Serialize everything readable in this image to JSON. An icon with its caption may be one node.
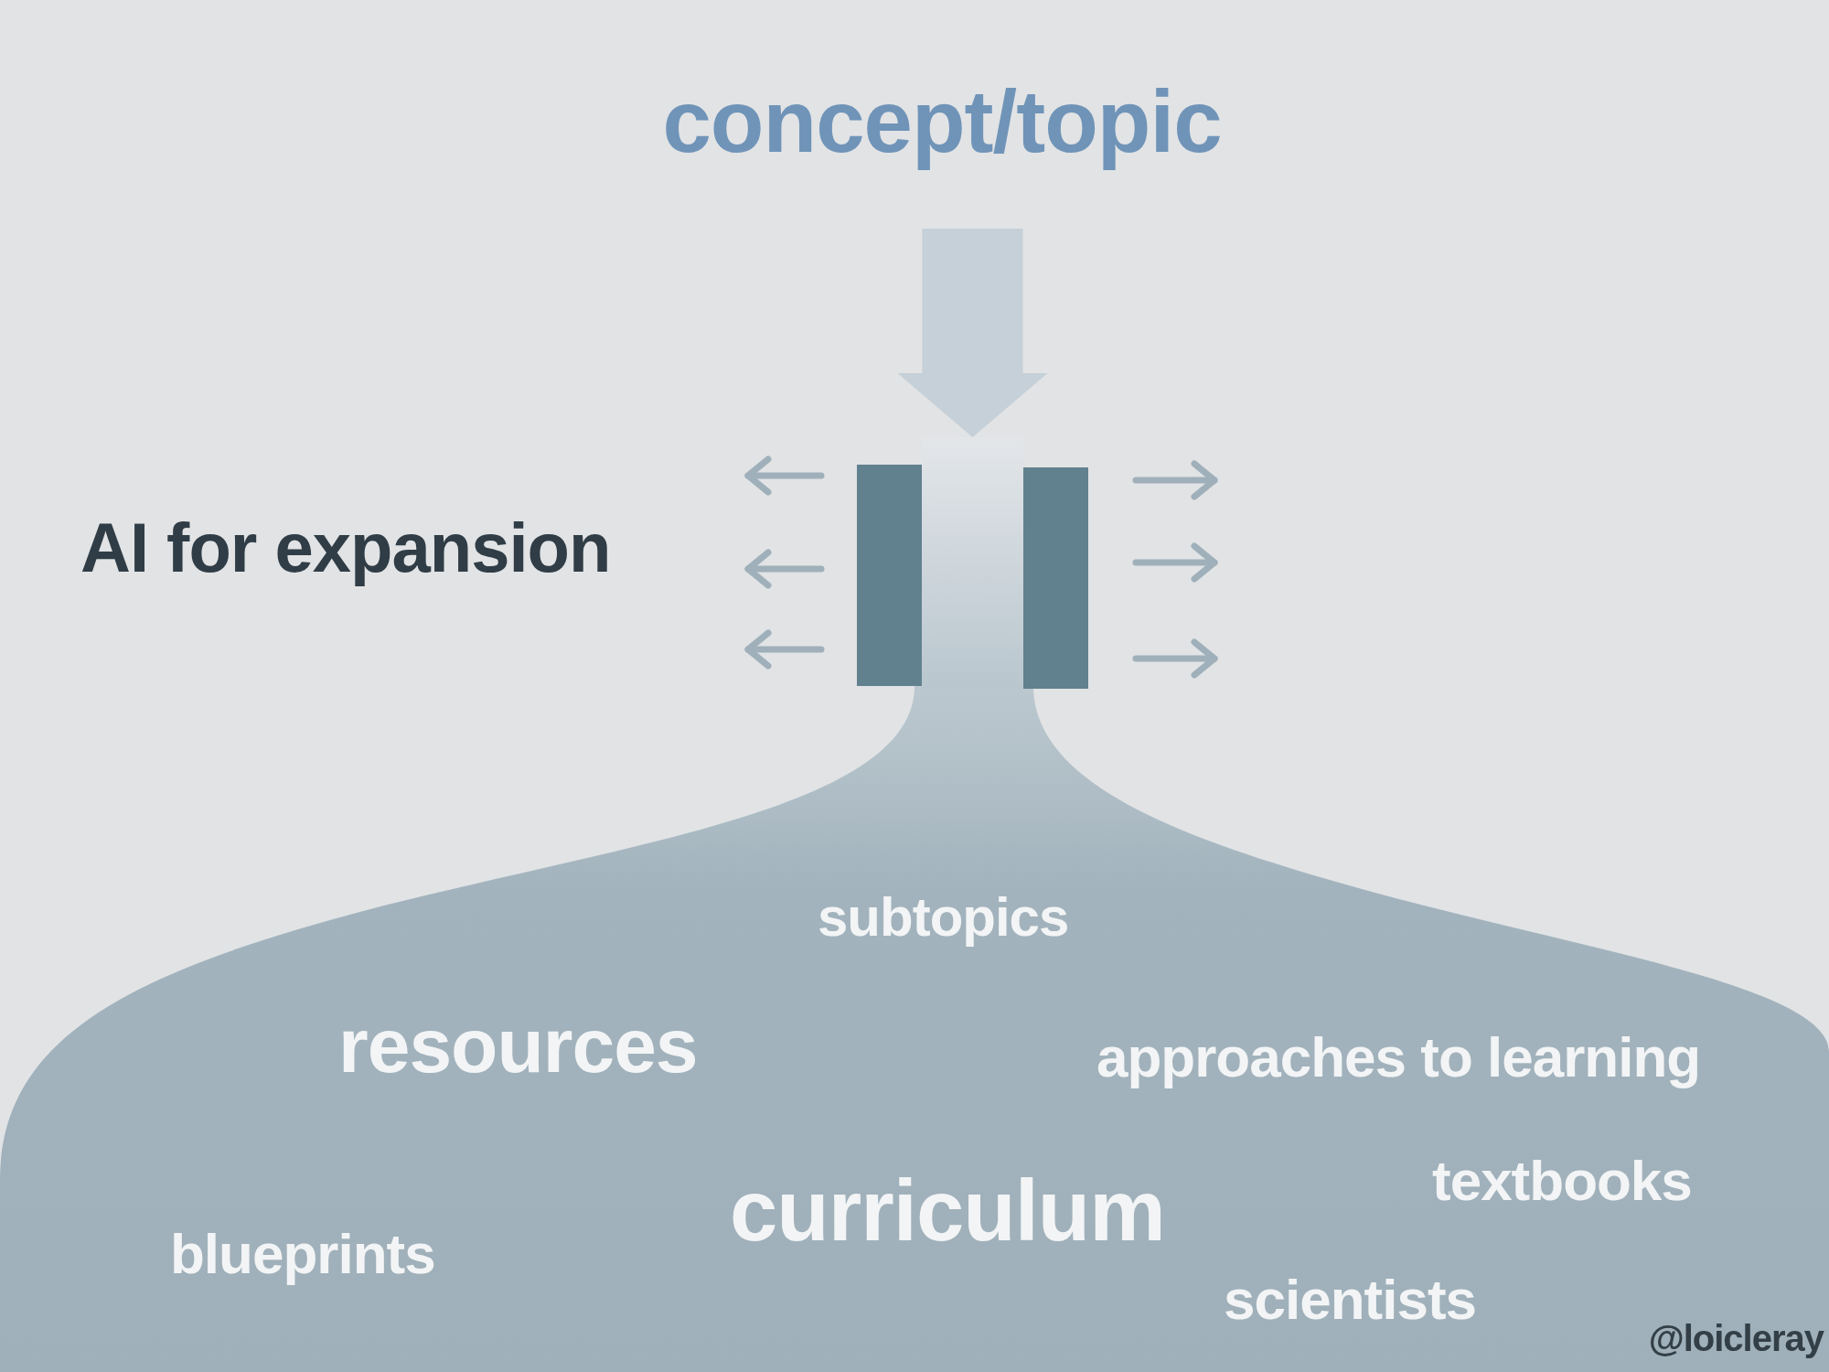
{
  "diagram": {
    "nodes": [
      {
        "text": [
          "concept/topic"
        ]
      },
      {
        "text": [],
        "shape": "box"
      },
      {
        "text": [
          "subtopics",
          "resources",
          "approaches to learning",
          "textbooks",
          "curriculum",
          "blueprints",
          "scientists"
        ]
      }
    ],
    "edges": [
      {
        "from": 0,
        "to": 1,
        "arrow": "to"
      }
    ],
    "labels": [
      "AI for expansion",
      "@loicleray"
    ]
  }
}
